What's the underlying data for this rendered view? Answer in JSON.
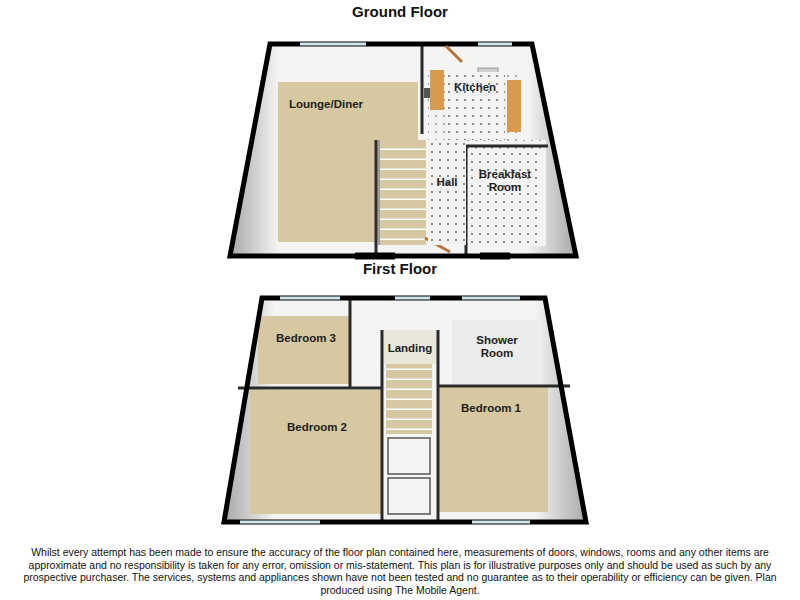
{
  "diagram": {
    "caption": "Whilst every attempt has been made to ensure the accuracy of the floor plan contained here, measurements of doors, windows, rooms and any other items are approximate and no responsibility is taken for any error, omission or mis-statement. This plan is for illustrative purposes only and should be used as such by any prospective purchaser. The services, systems and appliances shown have not been tested and no guarantee as to their operability or efficiency can be given. Plan produced using The Mobile Agent.",
    "nodes": [
      {
        "text": [
          "Ground Floor"
        ]
      },
      {
        "text": [
          "Lounge/Diner"
        ],
        "in": 0
      },
      {
        "text": [
          "Kitchen"
        ],
        "in": 0
      },
      {
        "text": [
          "Hall"
        ],
        "in": 0
      },
      {
        "text": [
          "Breakfast Room"
        ],
        "in": 0
      },
      {
        "text": [
          "First Floor"
        ]
      },
      {
        "text": [
          "Bedroom 3"
        ],
        "in": 5
      },
      {
        "text": [
          "Landing"
        ],
        "in": 5
      },
      {
        "text": [
          "Shower Room"
        ],
        "in": 5
      },
      {
        "text": [
          "Bedroom 2"
        ],
        "in": 5
      },
      {
        "text": [
          "Bedroom 1"
        ],
        "in": 5
      }
    ]
  }
}
